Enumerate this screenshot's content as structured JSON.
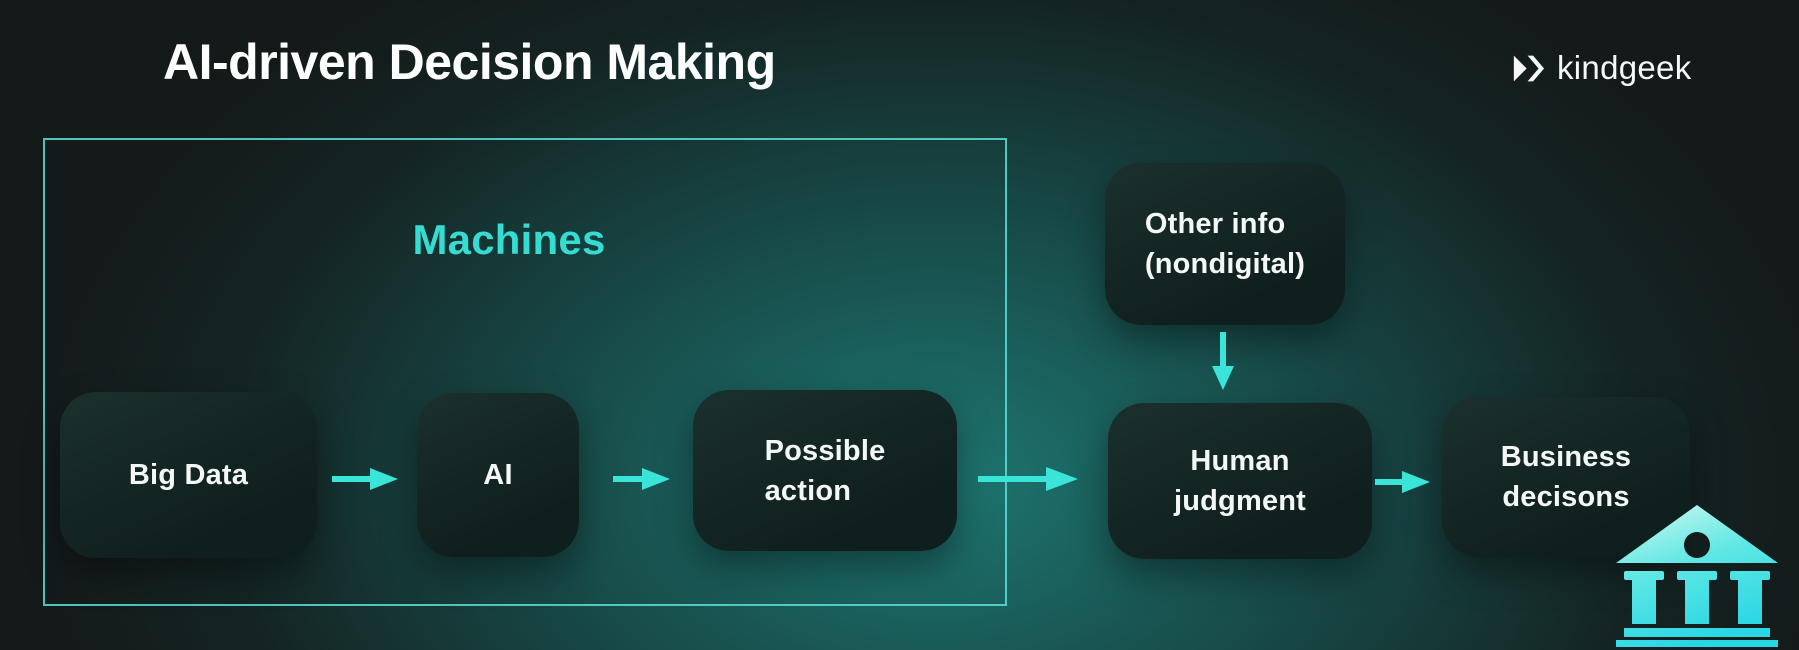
{
  "colors": {
    "accent": "#3ae4d9",
    "accent_label": "#35dcd2",
    "node_fill_light": "#1b302d",
    "node_fill_dark": "#0f1f1e",
    "text": "#f3f7f6",
    "background": "#141919",
    "glow": "#1e7e79",
    "bank_gradient_top": "#c4f7ee",
    "bank_gradient_bottom": "#29d6e4"
  },
  "header": {
    "title": "AI-driven Decision Making"
  },
  "brand": {
    "name": "kindgeek",
    "icon": "double-chevron-icon"
  },
  "machines_group": {
    "label": "Machines"
  },
  "nodes": {
    "big_data": {
      "lines": [
        "Big Data"
      ]
    },
    "ai": {
      "lines": [
        "AI"
      ]
    },
    "possible_action": {
      "lines": [
        "Possible",
        "action"
      ]
    },
    "other_info": {
      "lines": [
        "Other info",
        "(nondigital)"
      ]
    },
    "human_judgment": {
      "lines": [
        "Human",
        "judgment"
      ]
    },
    "business_decisions": {
      "lines": [
        "Business",
        "decisons"
      ]
    }
  },
  "flow": [
    "Big Data -> AI",
    "AI -> Possible action",
    "Possible action -> Human judgment",
    "Other info (nondigital) -> Human judgment",
    "Human judgment -> Business decisons"
  ],
  "footer": {
    "icon": "bank-icon"
  }
}
